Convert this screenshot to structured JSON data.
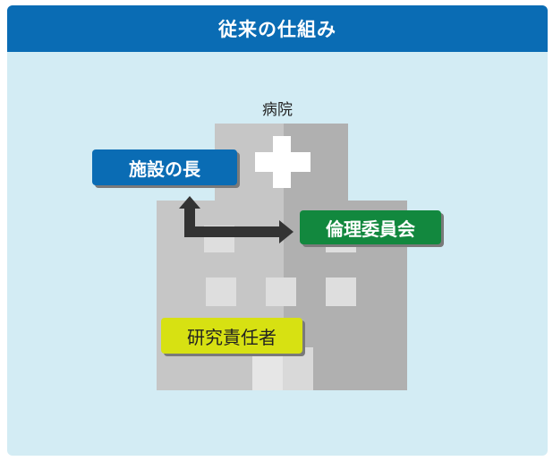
{
  "header": {
    "title": "従来の仕組み"
  },
  "diagram": {
    "hospital_label": "病院",
    "roles": {
      "director": "施設の長",
      "ethics_committee": "倫理委員会",
      "researcher": "研究責任者"
    },
    "colors": {
      "header": "#0a6cb4",
      "panel_background": "#d3ecf4",
      "director": "#0a6cb4",
      "ethics_committee": "#12883e",
      "researcher": "#d7e112",
      "building_light": "#c6c6c6",
      "building_dark": "#b0b0b0",
      "arrow": "#333333"
    },
    "icons": [
      "hospital-building-icon",
      "medical-cross-icon",
      "bidirectional-arrow-icon"
    ]
  }
}
